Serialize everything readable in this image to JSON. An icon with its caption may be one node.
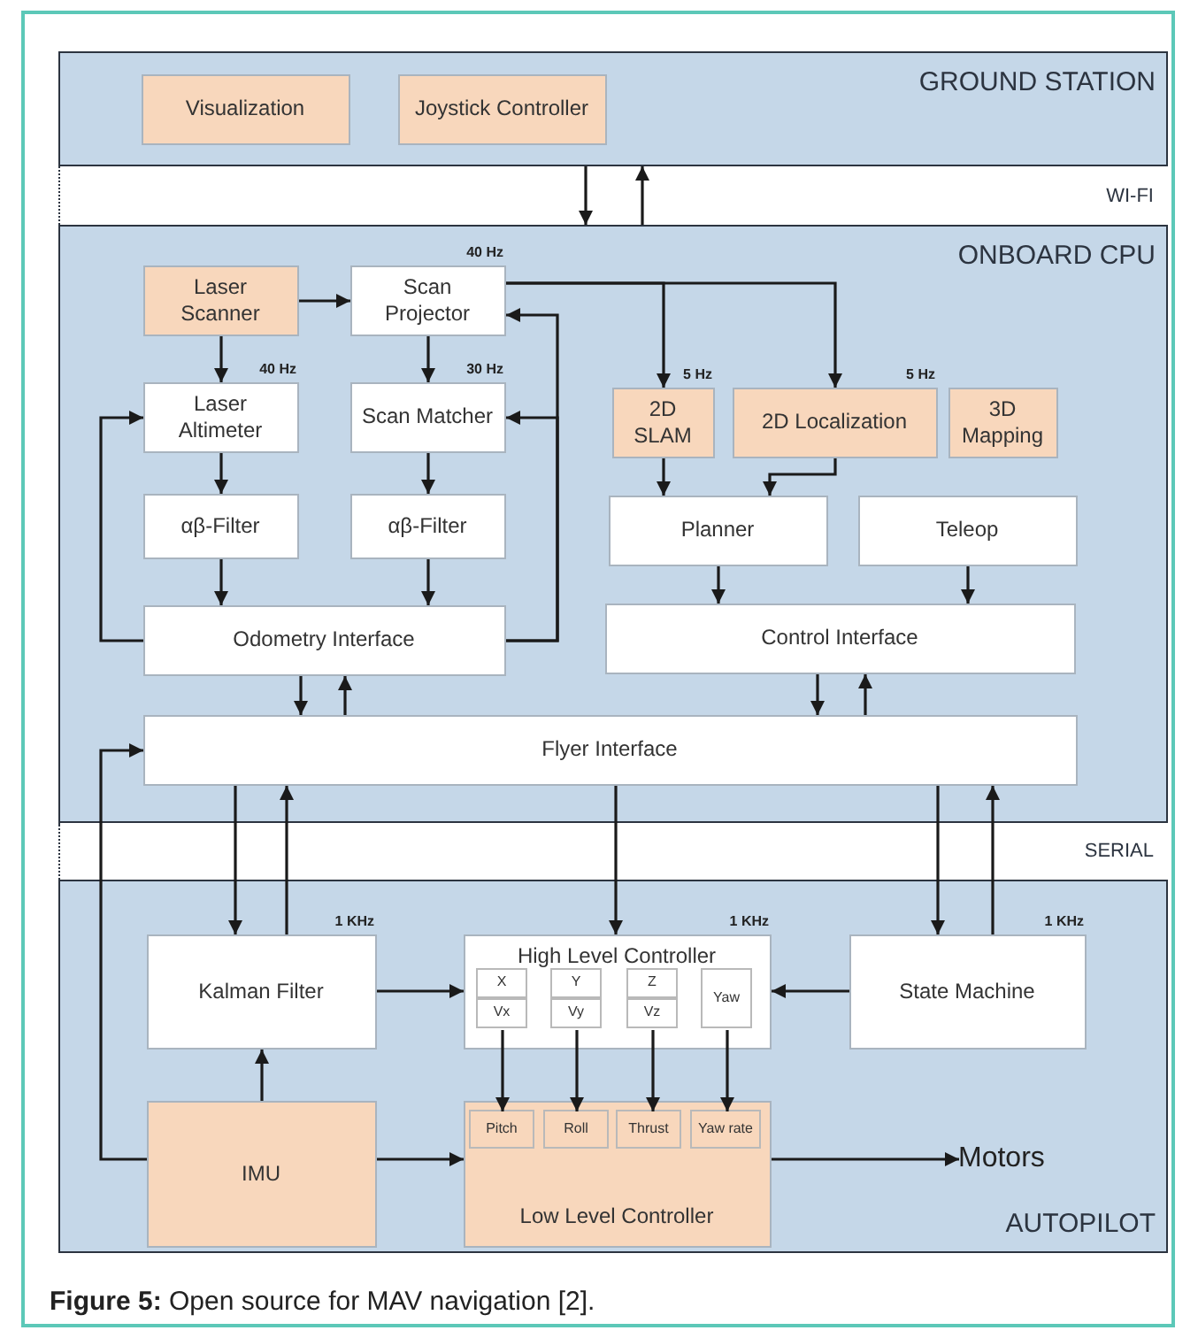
{
  "diagram": {
    "caption": "**Figure 5:** Open source for MAV navigation [2].",
    "nodes": [
      {
        "text": [
          "GROUND STATION"
        ]
      },
      {
        "text": [
          "Visualization"
        ],
        "in": 0
      },
      {
        "text": [
          "Joystick Controller"
        ],
        "in": 0
      },
      {
        "text": [
          "ONBOARD CPU"
        ]
      },
      {
        "text": [
          "Laser Scanner"
        ],
        "in": 3
      },
      {
        "text": [
          "Scan Projector"
        ],
        "in": 3,
        "beside": [
          "40 Hz"
        ]
      },
      {
        "text": [
          "Laser Altimeter"
        ],
        "in": 3,
        "beside": [
          "40 Hz"
        ]
      },
      {
        "text": [
          "Scan Matcher"
        ],
        "in": 3,
        "beside": [
          "30 Hz"
        ]
      },
      {
        "text": [
          "αβ-Filter"
        ],
        "in": 3
      },
      {
        "text": [
          "αβ-Filter"
        ],
        "in": 3
      },
      {
        "text": [
          "Odometry Interface"
        ],
        "in": 3
      },
      {
        "text": [
          "2D SLAM"
        ],
        "in": 3,
        "beside": [
          "5 Hz"
        ]
      },
      {
        "text": [
          "2D Localization"
        ],
        "in": 3,
        "beside": [
          "5 Hz"
        ]
      },
      {
        "text": [
          "3D Mapping"
        ],
        "in": 3
      },
      {
        "text": [
          "Planner"
        ],
        "in": 3
      },
      {
        "text": [
          "Teleop"
        ],
        "in": 3
      },
      {
        "text": [
          "Control Interface"
        ],
        "in": 3
      },
      {
        "text": [
          "Flyer Interface"
        ],
        "in": 3
      },
      {
        "text": [
          "AUTOPILOT"
        ]
      },
      {
        "text": [
          "Kalman Filter"
        ],
        "in": 18,
        "beside": [
          "1 KHz"
        ]
      },
      {
        "text": [
          "High Level Controller"
        ],
        "in": 18,
        "beside": [
          "1 KHz"
        ]
      },
      {
        "text": [
          "X"
        ],
        "in": 20
      },
      {
        "text": [
          "Vx"
        ],
        "in": 20
      },
      {
        "text": [
          "Y"
        ],
        "in": 20
      },
      {
        "text": [
          "Vy"
        ],
        "in": 20
      },
      {
        "text": [
          "Z"
        ],
        "in": 20
      },
      {
        "text": [
          "Vz"
        ],
        "in": 20
      },
      {
        "text": [
          "Yaw"
        ],
        "in": 20
      },
      {
        "text": [
          "State Machine"
        ],
        "in": 18,
        "beside": [
          "1 KHz"
        ]
      },
      {
        "text": [
          "IMU"
        ],
        "in": 18
      },
      {
        "text": [
          "Low Level Controller"
        ],
        "in": 18
      },
      {
        "text": [
          "Pitch"
        ],
        "in": 30
      },
      {
        "text": [
          "Roll"
        ],
        "in": 30
      },
      {
        "text": [
          "Thrust"
        ],
        "in": 30
      },
      {
        "text": [
          "Yaw rate"
        ],
        "in": 30
      },
      {
        "text": [
          "Motors"
        ],
        "in": 18
      }
    ],
    "edges": [
      {
        "from": 0,
        "to": 3,
        "arrow": "to"
      },
      {
        "from": 3,
        "to": 0,
        "arrow": "to"
      },
      {
        "from": 4,
        "to": 5,
        "arrow": "to"
      },
      {
        "from": 4,
        "to": 6,
        "arrow": "to"
      },
      {
        "from": 5,
        "to": 7,
        "arrow": "to"
      },
      {
        "from": 5,
        "to": 11,
        "arrow": "to"
      },
      {
        "from": 5,
        "to": 12,
        "arrow": "to"
      },
      {
        "from": 6,
        "to": 8,
        "arrow": "to"
      },
      {
        "from": 7,
        "to": 9,
        "arrow": "to"
      },
      {
        "from": 8,
        "to": 10,
        "arrow": "to"
      },
      {
        "from": 9,
        "to": 10,
        "arrow": "to"
      },
      {
        "from": 10,
        "to": 6,
        "arrow": "to"
      },
      {
        "from": 10,
        "to": 5,
        "arrow": "to"
      },
      {
        "from": 10,
        "to": 7,
        "arrow": "to"
      },
      {
        "from": 11,
        "to": 14,
        "arrow": "to"
      },
      {
        "from": 12,
        "to": 14,
        "arrow": "to"
      },
      {
        "from": 14,
        "to": 16,
        "arrow": "to"
      },
      {
        "from": 15,
        "to": 16,
        "arrow": "to"
      },
      {
        "from": 10,
        "to": 17,
        "arrow": "to"
      },
      {
        "from": 17,
        "to": 10,
        "arrow": "to"
      },
      {
        "from": 16,
        "to": 17,
        "arrow": "to"
      },
      {
        "from": 17,
        "to": 16,
        "arrow": "to"
      },
      {
        "from": 17,
        "to": 19,
        "arrow": "to"
      },
      {
        "from": 19,
        "to": 17,
        "arrow": "to"
      },
      {
        "from": 17,
        "to": 20,
        "arrow": "to"
      },
      {
        "from": 17,
        "to": 28,
        "arrow": "to"
      },
      {
        "from": 28,
        "to": 17,
        "arrow": "to"
      },
      {
        "from": 29,
        "to": 17,
        "arrow": "to"
      },
      {
        "from": 29,
        "to": 19,
        "arrow": "to"
      },
      {
        "from": 19,
        "to": 20,
        "arrow": "to"
      },
      {
        "from": 28,
        "to": 20,
        "arrow": "to"
      },
      {
        "from": 29,
        "to": 30,
        "arrow": "to"
      },
      {
        "from": 22,
        "to": 31,
        "arrow": "to"
      },
      {
        "from": 24,
        "to": 32,
        "arrow": "to"
      },
      {
        "from": 26,
        "to": 33,
        "arrow": "to"
      },
      {
        "from": 27,
        "to": 34,
        "arrow": "to"
      },
      {
        "from": 30,
        "to": 35,
        "arrow": "to"
      }
    ],
    "labels": [
      "WI-FI",
      "SERIAL"
    ]
  }
}
